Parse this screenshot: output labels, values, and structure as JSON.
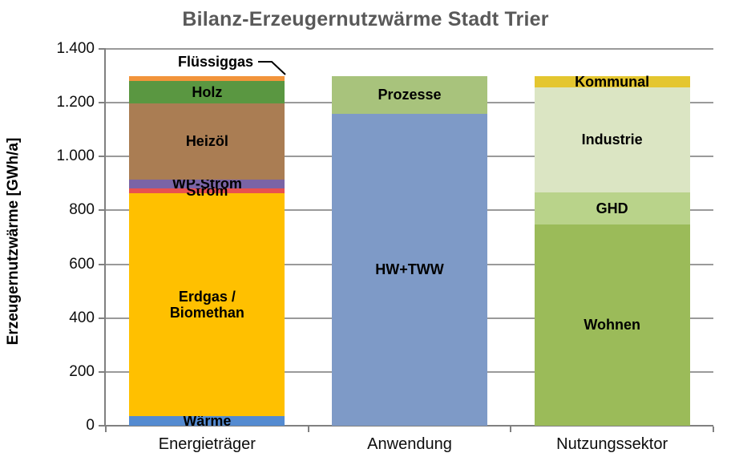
{
  "title": "Bilanz-Erzeugernutzwärme Stadt Trier",
  "chart_data": {
    "type": "bar",
    "stacked": true,
    "title": "Bilanz-Erzeugernutzwärme Stadt Trier",
    "xlabel": "",
    "ylabel": "Erzeugernutzwärme [GWh/a]",
    "unit": "GWh/a",
    "ylim": [
      0,
      1400
    ],
    "grid": true,
    "legend": "none (labels drawn on segments)",
    "yticks": [
      {
        "value": 0,
        "label": "0"
      },
      {
        "value": 200,
        "label": "200"
      },
      {
        "value": 400,
        "label": "400"
      },
      {
        "value": 600,
        "label": "600"
      },
      {
        "value": 800,
        "label": "800"
      },
      {
        "value": 1000,
        "label": "1.000"
      },
      {
        "value": 1200,
        "label": "1.200"
      },
      {
        "value": 1400,
        "label": "1.400"
      }
    ],
    "categories": [
      "Energieträger",
      "Anwendung",
      "Nutzungssektor"
    ],
    "bars": [
      {
        "category": "Energieträger",
        "total": 1300,
        "segments": [
          {
            "label": "Wärme",
            "value": 35,
            "color": "#548BD1"
          },
          {
            "label": "Erdgas /\nBiomethan",
            "value": 830,
            "color": "#FFC000"
          },
          {
            "label": "Strom",
            "value": 18,
            "color": "#E8514F"
          },
          {
            "label": "WP-Strom",
            "value": 32,
            "color": "#7A64A6"
          },
          {
            "label": "Heizöl",
            "value": 283,
            "color": "#AA7D53"
          },
          {
            "label": "Holz",
            "value": 84,
            "color": "#5A9741"
          },
          {
            "label": "Flüssiggas",
            "value": 18,
            "color": "#F2943B",
            "label_outside": true
          }
        ]
      },
      {
        "category": "Anwendung",
        "total": 1300,
        "segments": [
          {
            "label": "HW+TWW",
            "value": 1160,
            "color": "#7E9AC7"
          },
          {
            "label": "Prozesse",
            "value": 140,
            "color": "#A8C37C"
          }
        ]
      },
      {
        "category": "Nutzungssektor",
        "total": 1300,
        "segments": [
          {
            "label": "Wohnen",
            "value": 748,
            "color": "#9BBB59"
          },
          {
            "label": "GHD",
            "value": 119,
            "color": "#B9D38A"
          },
          {
            "label": "Industrie",
            "value": 390,
            "color": "#DBE5C3"
          },
          {
            "label": "Kommunal",
            "value": 43,
            "color": "#E4C62F"
          }
        ]
      }
    ],
    "annotation": {
      "label": "Flüssiggas",
      "points_to": "top segment of Energieträger bar"
    }
  },
  "colors": {
    "title_gray": "#595959",
    "axis_gray": "#808080",
    "gridline_gray": "#9a9a9a",
    "text_black": "#0d0d0d"
  }
}
